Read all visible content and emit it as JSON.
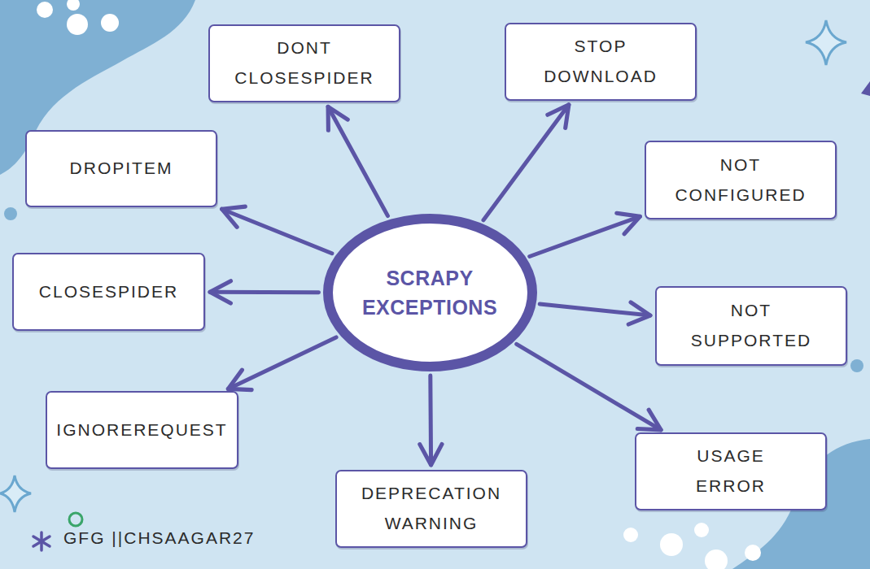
{
  "diagram": {
    "nodes": [
      {
        "text": [
          "SCRAPY EXCEPTIONS"
        ]
      },
      {
        "text": [
          "DONT CLOSESPIDER"
        ]
      },
      {
        "text": [
          "STOP DOWNLOAD"
        ]
      },
      {
        "text": [
          "DROPITEM"
        ]
      },
      {
        "text": [
          "NOT CONFIGURED"
        ]
      },
      {
        "text": [
          "CLOSESPIDER"
        ]
      },
      {
        "text": [
          "NOT SUPPORTED"
        ]
      },
      {
        "text": [
          "IGNOREREQUEST"
        ]
      },
      {
        "text": [
          "USAGE ERROR"
        ]
      },
      {
        "text": [
          "DEPRECATION WARNING"
        ]
      }
    ],
    "edges": [
      {
        "from": 0,
        "to": 1,
        "arrow": "to"
      },
      {
        "from": 0,
        "to": 2,
        "arrow": "to"
      },
      {
        "from": 0,
        "to": 3,
        "arrow": "to"
      },
      {
        "from": 0,
        "to": 4,
        "arrow": "to"
      },
      {
        "from": 0,
        "to": 5,
        "arrow": "to"
      },
      {
        "from": 0,
        "to": 6,
        "arrow": "to"
      },
      {
        "from": 0,
        "to": 7,
        "arrow": "to"
      },
      {
        "from": 0,
        "to": 8,
        "arrow": "to"
      },
      {
        "from": 0,
        "to": 9,
        "arrow": "to"
      }
    ],
    "labels": [
      "GFG ||CHSAAGAR27"
    ]
  }
}
